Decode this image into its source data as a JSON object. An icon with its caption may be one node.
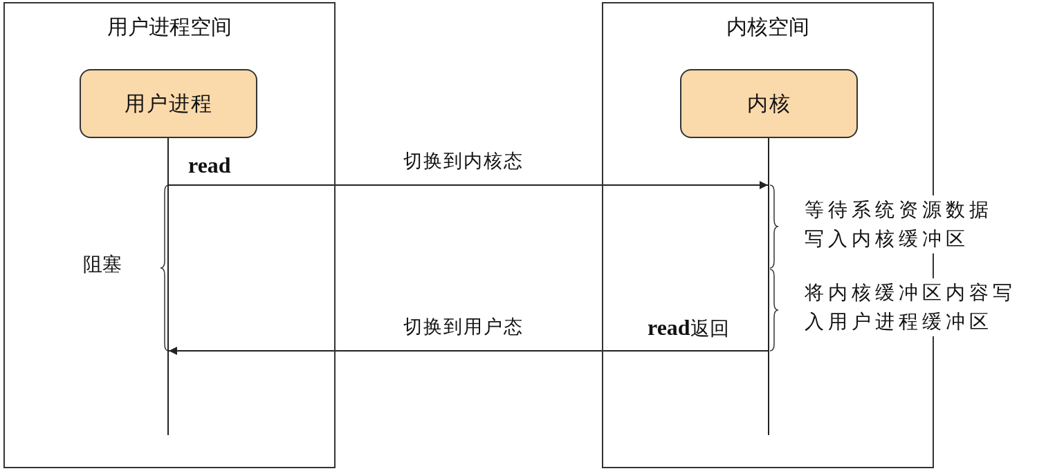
{
  "diagram": {
    "nodes": [
      {
        "text": [
          "用户进程空间"
        ]
      },
      {
        "text": [
          "用户进程"
        ],
        "in": 0
      },
      {
        "text": [],
        "shape": "line",
        "in": 0
      },
      {
        "text": [
          "内核空间"
        ]
      },
      {
        "text": [
          "内核"
        ],
        "in": 3
      },
      {
        "text": [],
        "shape": "line",
        "in": 3
      }
    ],
    "edges": [
      {
        "from": 1,
        "to": 2,
        "arrow": "none"
      },
      {
        "from": 4,
        "to": 5,
        "arrow": "none"
      },
      {
        "from": 2,
        "to": 5,
        "arrow": "to",
        "label": "切换到内核态"
      },
      {
        "from": 5,
        "to": 2,
        "arrow": "to",
        "label": "切换到用户态"
      }
    ],
    "labels": [
      "**read**",
      "阻塞",
      "等待系统资源数据写入内核缓冲区",
      "将内核缓冲区内容写入用户进程缓冲区",
      "**read**返回"
    ]
  }
}
